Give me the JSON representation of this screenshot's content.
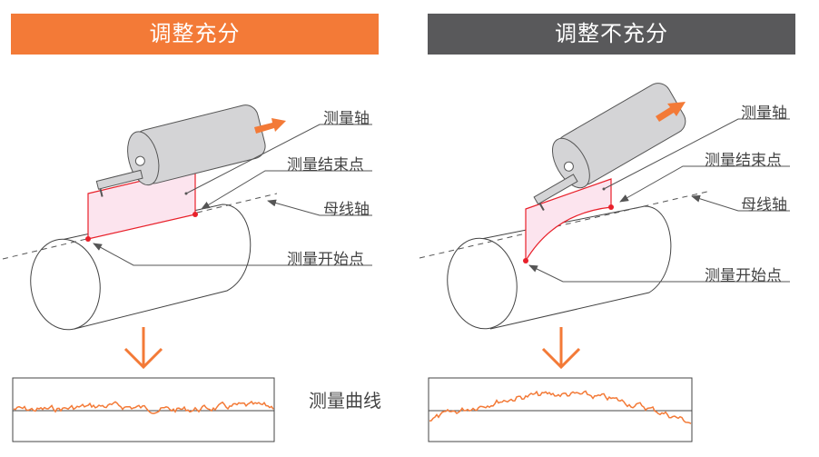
{
  "left": {
    "title": "调整充分",
    "header_color": "#F37A37"
  },
  "right": {
    "title": "调整不充分",
    "header_color": "#59595B"
  },
  "labels": {
    "measure_axis": "测量轴",
    "end_point": "测量结束点",
    "generatrix_axis": "母线轴",
    "start_point": "测量开始点",
    "measure_curve": "测量曲线"
  },
  "colors": {
    "accent": "#F37A37",
    "red": "#E8202A",
    "pink": "#FCE4EE"
  }
}
